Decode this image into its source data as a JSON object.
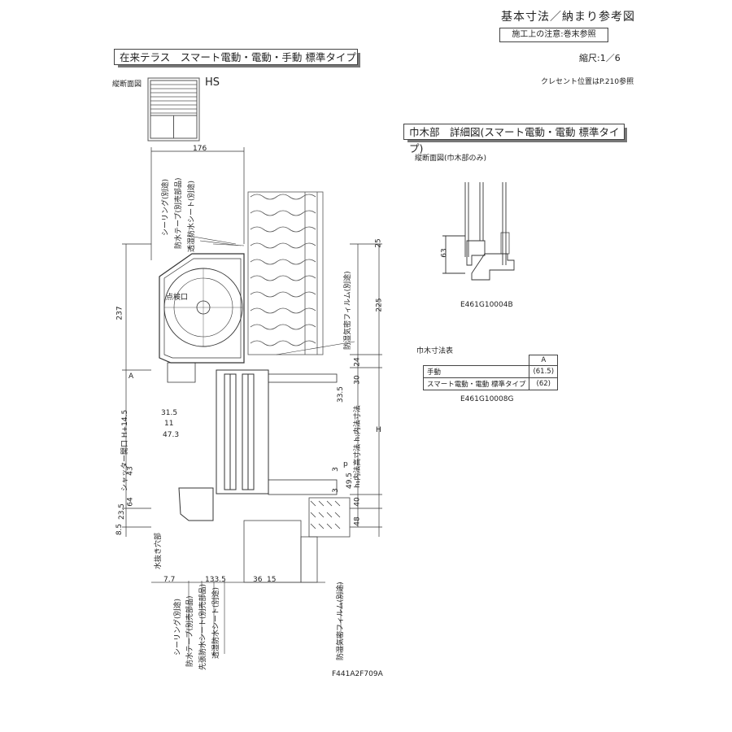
{
  "header": {
    "title": "基本寸法／納まり参考図",
    "note": "施工上の注意:巻末参照",
    "scale": "縮尺:1／6",
    "crescent_note": "クレセント位置はP.210参照"
  },
  "main_section": {
    "title": "在来テラス　スマート電動・電動・手動 標準タイプ",
    "view_label": "縦断面図",
    "type_label": "HS",
    "code": "F441A2F709A",
    "labels": {
      "sealing_top": "シーリング(別途)",
      "waterproof_tape_top": "防水テープ(別売部品)",
      "moisture_sheet_top": "透湿防水シート(別途)",
      "inspection": "点検口",
      "vapor_film_top": "防湿気密フィルム(別途)",
      "drain_hole": "水抜き穴部",
      "sealing_bottom": "シーリング(別途)",
      "waterproof_tape_bottom": "防水テープ(別売部品)",
      "pre_sheet_bottom": "先張防水シート(別売部品)",
      "moisture_sheet_bottom": "透湿防水シート(別途)",
      "vapor_film_bottom": "防湿気密フィルム(別途)",
      "shutter_opening": "シャッター開口 H+14.5",
      "inner_h": "h₁内法高寸法 h:内法寸法"
    },
    "dims": {
      "d176": "176",
      "d25": "25",
      "d237": "237",
      "d225": "225",
      "d24": "24",
      "d30": "30",
      "dA": "A",
      "d335": "33.5",
      "d315": "31.5",
      "d11": "11",
      "d473": "47.3",
      "dH": "H",
      "d43": "43",
      "d64": "64",
      "d235": "23.5",
      "d85": "8.5",
      "d3a": "3",
      "d3b": "3",
      "d495": "49.5",
      "d40": "40",
      "d48": "48",
      "dp": "p",
      "d77": "7.7",
      "d1335": "133.5",
      "d36": "36",
      "d15": "15"
    }
  },
  "detail_section": {
    "title": "巾木部　詳細図(スマート電動・電動 標準タイプ)",
    "view_label": "縦断面図(巾木部のみ)",
    "dim_63": "63",
    "code": "E461G10004B"
  },
  "dimension_table": {
    "title": "巾木寸法表",
    "header": "A",
    "rows": [
      {
        "label": "手動",
        "value": "(61.5)"
      },
      {
        "label": "スマート電動・電動 標準タイプ",
        "value": "(62)"
      }
    ],
    "code": "E461G10008G"
  }
}
